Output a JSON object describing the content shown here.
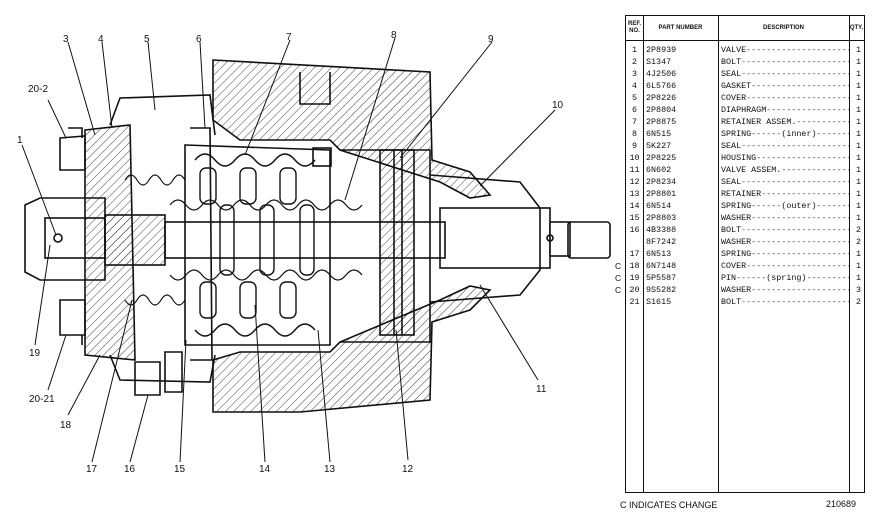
{
  "table": {
    "headers": {
      "ref": "REF. NO.",
      "part": "PART NUMBER",
      "description": "DESCRIPTION",
      "qty": "QTY."
    },
    "rows": [
      {
        "ref": "1",
        "part": "2P8939",
        "desc": "VALVE",
        "qty": "1",
        "mark": ""
      },
      {
        "ref": "2",
        "part": "S1347",
        "desc": "BOLT",
        "qty": "1",
        "mark": ""
      },
      {
        "ref": "3",
        "part": "4J2506",
        "desc": "SEAL",
        "qty": "1",
        "mark": ""
      },
      {
        "ref": "4",
        "part": "6L5766",
        "desc": "GASKET",
        "qty": "1",
        "mark": ""
      },
      {
        "ref": "5",
        "part": "2P8226",
        "desc": "COVER",
        "qty": "1",
        "mark": ""
      },
      {
        "ref": "6",
        "part": "2P8804",
        "desc": "DIAPHRAGM",
        "qty": "1",
        "mark": ""
      },
      {
        "ref": "7",
        "part": "2P8875",
        "desc": "RETAINER ASSEM.",
        "qty": "1",
        "mark": ""
      },
      {
        "ref": "8",
        "part": "6N515",
        "desc": "SPRING",
        "note": "(inner)",
        "qty": "1",
        "mark": ""
      },
      {
        "ref": "9",
        "part": "5K227",
        "desc": "SEAL",
        "qty": "1",
        "mark": ""
      },
      {
        "ref": "10",
        "part": "2P8225",
        "desc": "HOUSING",
        "qty": "1",
        "mark": ""
      },
      {
        "ref": "11",
        "part": "6N602",
        "desc": "VALVE ASSEM.",
        "qty": "1",
        "mark": ""
      },
      {
        "ref": "12",
        "part": "2P8234",
        "desc": "SEAL",
        "qty": "1",
        "mark": ""
      },
      {
        "ref": "13",
        "part": "2P8801",
        "desc": "RETAINER",
        "qty": "1",
        "mark": ""
      },
      {
        "ref": "14",
        "part": "6N514",
        "desc": "SPRING",
        "note": "(outer)",
        "qty": "1",
        "mark": ""
      },
      {
        "ref": "15",
        "part": "2P8803",
        "desc": "WASHER",
        "qty": "1",
        "mark": ""
      },
      {
        "ref": "16",
        "part": "4B3388",
        "desc": "BOLT",
        "qty": "2",
        "mark": ""
      },
      {
        "ref": "",
        "part": "8F7242",
        "desc": "WASHER",
        "qty": "2",
        "mark": ""
      },
      {
        "ref": "17",
        "part": "6N513",
        "desc": "SPRING",
        "qty": "1",
        "mark": ""
      },
      {
        "ref": "18",
        "part": "6N7148",
        "desc": "COVER",
        "qty": "1",
        "mark": "C"
      },
      {
        "ref": "19",
        "part": "5P5587",
        "desc": "PIN",
        "note": "(spring)",
        "qty": "1",
        "mark": "C"
      },
      {
        "ref": "20",
        "part": "9S5282",
        "desc": "WASHER",
        "qty": "3",
        "mark": "C"
      },
      {
        "ref": "21",
        "part": "S1615",
        "desc": "BOLT",
        "qty": "2",
        "mark": ""
      }
    ]
  },
  "footer": {
    "note": "C INDICATES CHANGE",
    "drawing_number": "210689"
  },
  "callouts": {
    "c1": "1",
    "c3": "3",
    "c4": "4",
    "c5": "5",
    "c6": "6",
    "c7": "7",
    "c8": "8",
    "c9": "9",
    "c10": "10",
    "c11": "11",
    "c12": "12",
    "c13": "13",
    "c14": "14",
    "c15": "15",
    "c16": "16",
    "c17": "17",
    "c18": "18",
    "c19": "19",
    "c20_2": "20-2",
    "c20_21": "20-21"
  }
}
